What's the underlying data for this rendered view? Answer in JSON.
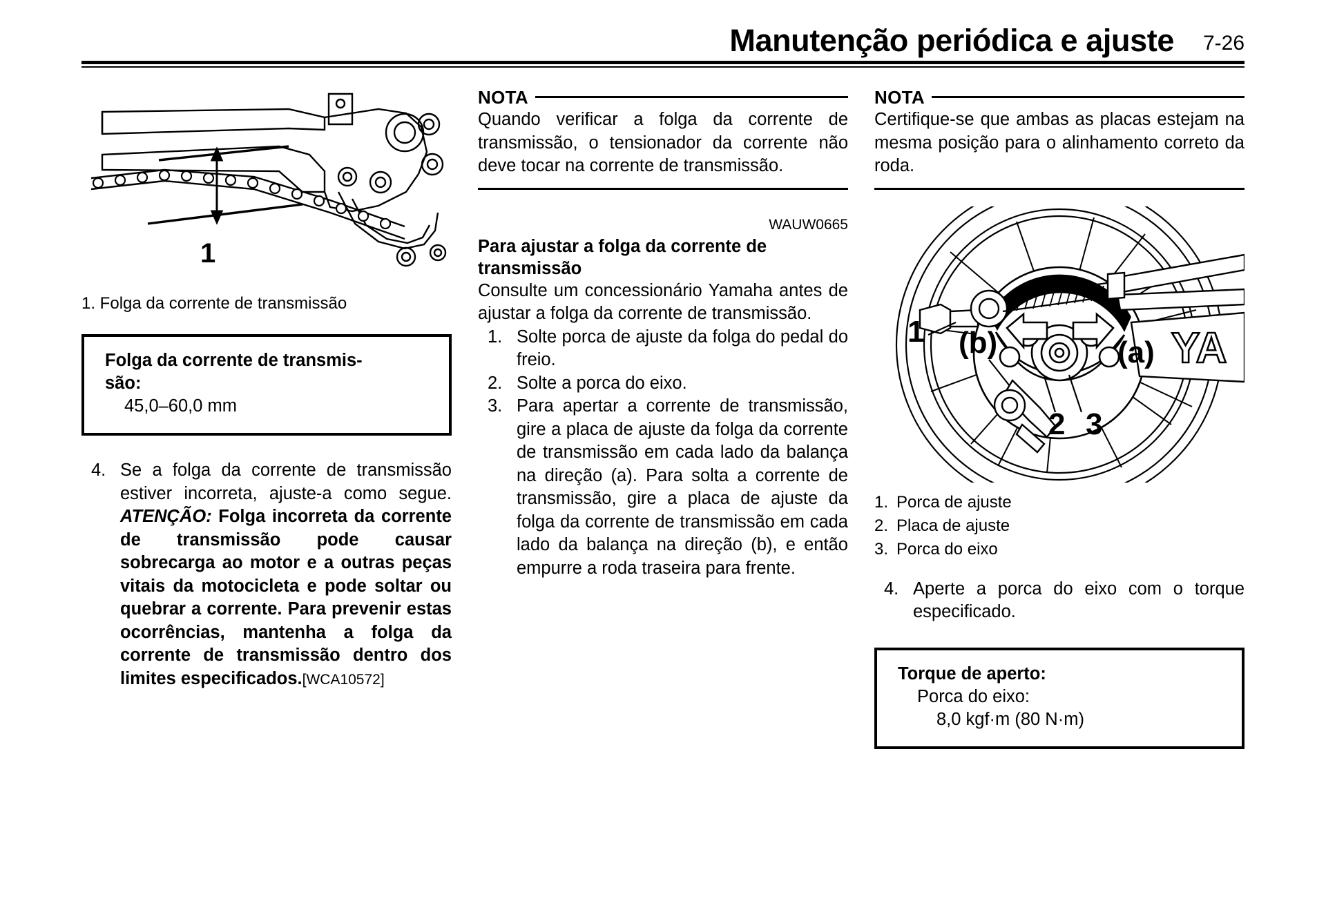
{
  "header": {
    "title": "Manutenção periódica e ajuste",
    "page_number": "7-26"
  },
  "left_column": {
    "figure": {
      "name": "drive-chain-slack-diagram",
      "callout_1": "1"
    },
    "figure_caption": "1. Folga da corrente de transmissão",
    "spec_box": {
      "title": "Folga da corrente de transmis-",
      "title_line2": "são:",
      "value": "45,0–60,0 mm"
    },
    "step": {
      "number": "4.",
      "text_normal": "Se a folga da corrente de transmissão estiver incorreta, ajuste-a como segue. ",
      "caution_label": "ATENÇÃO:",
      "text_bold": " Folga incorreta da corrente de transmissão pode causar sobrecarga ao motor e a outras peças vitais da motocicleta e pode soltar ou quebrar a corrente. Para prevenir estas ocorrências, mantenha a folga da corrente de transmissão dentro dos limites especificados.",
      "ref_code": "[WCA10572]"
    }
  },
  "middle_column": {
    "nota": {
      "label": "NOTA",
      "text": "Quando verificar a folga da corrente de transmissão, o tensionador da corrente não deve tocar na corrente de transmissão."
    },
    "ref_code": "WAUW0665",
    "heading": "Para ajustar a folga da corrente de transmissão",
    "intro": "Consulte um concessionário Yamaha antes de ajustar a folga da corrente de transmissão.",
    "steps": [
      {
        "number": "1.",
        "text": "Solte porca de ajuste da folga do pedal do freio."
      },
      {
        "number": "2.",
        "text": "Solte a porca do eixo."
      },
      {
        "number": "3.",
        "text": "Para apertar a corrente de transmissão, gire a placa de ajuste da folga da corrente de transmissão em cada lado da balança na direção (a). Para solta a corrente de transmissão, gire a placa de ajuste da folga da corrente de transmissão em cada lado da balança na direção (b), e então empurre a roda traseira para frente."
      }
    ]
  },
  "right_column": {
    "nota": {
      "label": "NOTA",
      "text": "Certifique-se que ambas as placas estejam na mesma posição para o alinhamento correto da roda."
    },
    "figure": {
      "name": "rear-wheel-adjuster-diagram",
      "callouts": [
        "1",
        "2",
        "3",
        "(a)",
        "(b)"
      ],
      "rim_text": "YA"
    },
    "legend": [
      {
        "number": "1.",
        "label": "Porca de ajuste"
      },
      {
        "number": "2.",
        "label": "Placa de ajuste"
      },
      {
        "number": "3.",
        "label": "Porca do eixo"
      }
    ],
    "step": {
      "number": "4.",
      "text": "Aperte a porca do eixo com o torque especificado."
    },
    "torque_box": {
      "title": "Torque de aperto:",
      "item": "Porca do eixo:",
      "value": "8,0 kgf·m (80 N·m)"
    }
  }
}
